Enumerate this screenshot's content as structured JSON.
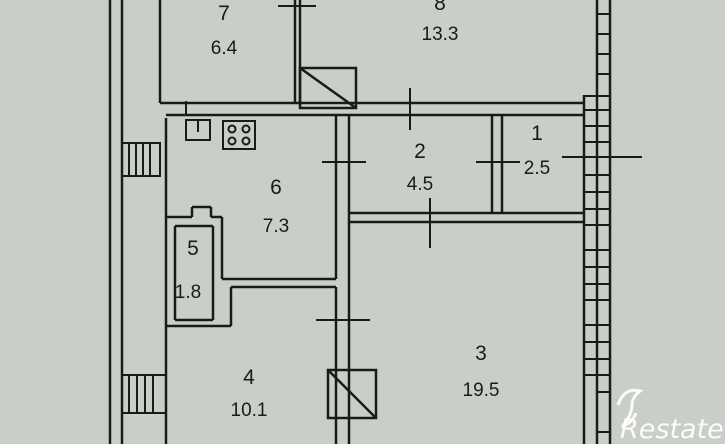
{
  "rooms": [
    {
      "id": "room-7",
      "number": "7",
      "area": "6.4"
    },
    {
      "id": "room-8",
      "number": "8",
      "area": "13.3"
    },
    {
      "id": "room-6",
      "number": "6",
      "area": "7.3"
    },
    {
      "id": "room-2",
      "number": "2",
      "area": "4.5"
    },
    {
      "id": "room-1",
      "number": "1",
      "area": "2.5"
    },
    {
      "id": "room-5",
      "number": "5",
      "area": "1.8"
    },
    {
      "id": "room-4",
      "number": "4",
      "area": "10.1"
    },
    {
      "id": "room-3",
      "number": "3",
      "area": "19.5"
    }
  ],
  "watermark": {
    "text": "Restate"
  },
  "colors": {
    "paper": "#c9cfc6",
    "wall": "#1a1a1a",
    "watermark": "#ffffff"
  }
}
